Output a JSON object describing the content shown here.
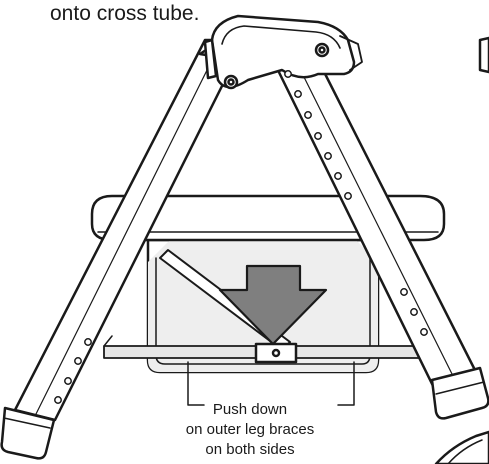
{
  "instruction": {
    "header_fragment": "onto cross tube."
  },
  "callout": {
    "line1": "Push down",
    "line2": "on outer leg braces",
    "line3": "on both sides"
  },
  "colors": {
    "stroke": "#1a1a1a",
    "fill_light": "#ffffff",
    "fill_gray": "#d9d9d9",
    "arrow_fill": "#7f7f7f",
    "bar_fill": "#e6e6e6"
  },
  "icons": {
    "push_arrow": "down-arrow-icon"
  }
}
